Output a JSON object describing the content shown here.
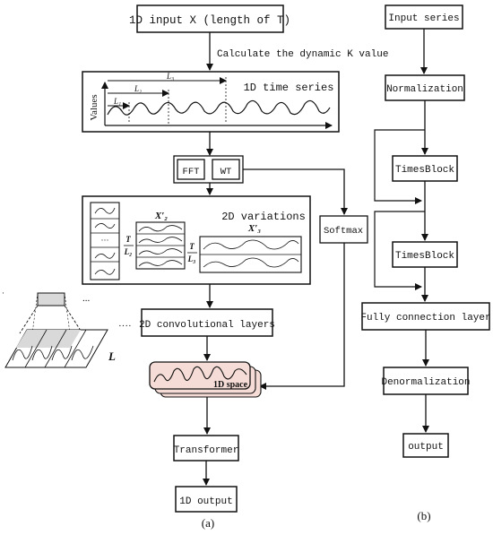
{
  "left_panel": {
    "input_box": "1D input X (length of T)",
    "dynamic_k_note": "Calculate the dynamic K value",
    "time_series": {
      "title": "1D time series",
      "y_label": "Values",
      "period_labels": [
        "L₁",
        "L₂",
        "L₃"
      ]
    },
    "fft_box": "FFT",
    "wt_box": "WT",
    "variations": {
      "title": "2D variations",
      "x2_label": "X′₂",
      "x3_label": "X′₃",
      "dots": "···",
      "frac_t": "T",
      "frac_l2": "L₂",
      "frac_l3": "L₃"
    },
    "softmax_box": "Softmax",
    "conv_box": "2D convolutional layers",
    "kernel_dots": "...",
    "conv_dotted": "····",
    "kernel_l_label": "L",
    "space_label": "1D space",
    "transformer_box": "Transformer",
    "output_box": "1D output",
    "caption": "(a)"
  },
  "right_panel": {
    "input_box": "Input series",
    "normalization_box": "Normalization",
    "timesblock_1": "TimesBlock",
    "timesblock_2": "TimesBlock",
    "fc_box": "Fully connection layer",
    "denorm_box": "Denormalization",
    "output_box": "output",
    "caption": "(b)"
  },
  "colors": {
    "stroke": "#111111",
    "space_fill": "#f6dcd6",
    "kernel_fill": "#d9d9d9",
    "background": "#ffffff"
  }
}
